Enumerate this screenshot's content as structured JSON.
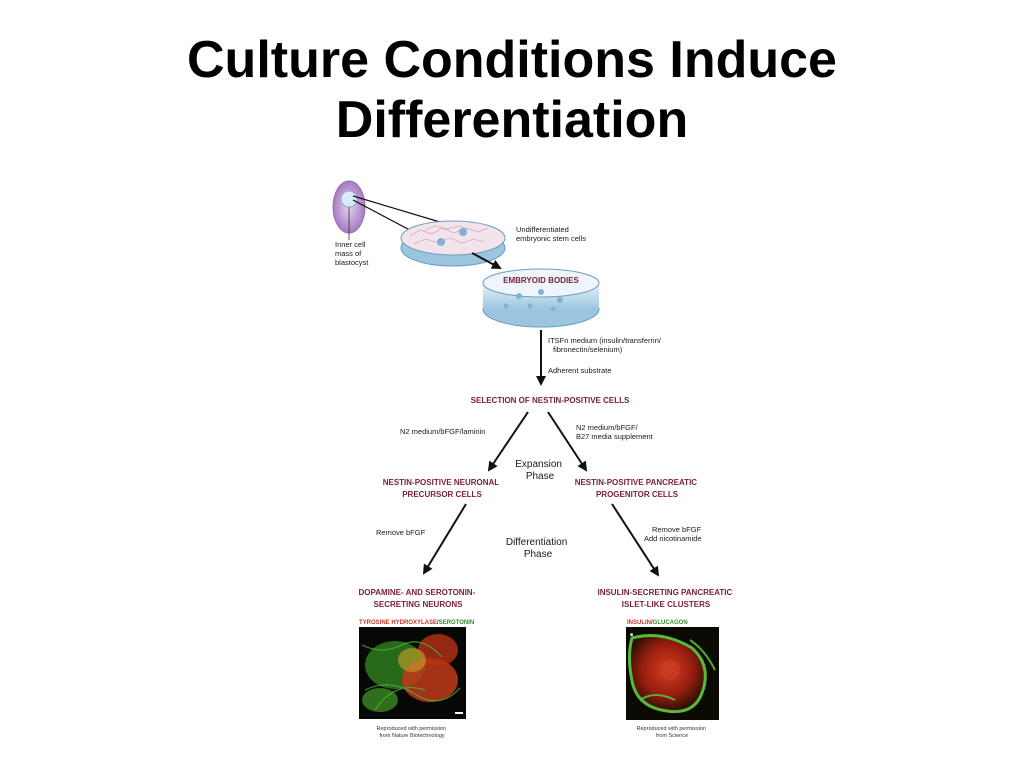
{
  "slide": {
    "title_line1": "Culture Conditions Induce",
    "title_line2": "Differentiation"
  },
  "diagram": {
    "blastocyst_label": [
      "Inner cell",
      "mass of",
      "blastocyst"
    ],
    "undiff_label": [
      "Undifferentiated",
      "embryonic stem cells"
    ],
    "embryoid": "EMBRYOID BODIES",
    "itsfn_label": [
      "ITSFn medium (insulin/transferrin/",
      "fibronectin/selenium)"
    ],
    "adherent": "Adherent substrate",
    "selection": "SELECTION OF NESTIN-POSITIVE CELLS",
    "n2_left": "N2 medium/bFGF/laminin",
    "n2_right": [
      "N2 medium/bFGF/",
      "B27 media supplement"
    ],
    "expansion_phase": [
      "Expansion",
      "Phase"
    ],
    "neuronal_precursor": [
      "NESTIN-POSITIVE NEURONAL",
      "PRECURSOR CELLS"
    ],
    "pancreatic_progenitor": [
      "NESTIN-POSITIVE PANCREATIC",
      "PROGENITOR CELLS"
    ],
    "remove_left": "Remove bFGF",
    "remove_right": [
      "Remove bFGF",
      "Add nicotinamide"
    ],
    "differentiation_phase": [
      "Differentiation",
      "Phase"
    ],
    "neurons": [
      "DOPAMINE- AND SEROTONIN-",
      "SECRETING NEURONS"
    ],
    "islets": [
      "INSULIN-SECRETING PANCREATIC",
      "ISLET-LIKE CLUSTERS"
    ],
    "stain_left_a": "TYROSINE HYDROXYLASE",
    "stain_left_sep": "/",
    "stain_left_b": "SEROTONIN",
    "stain_right_a": "INSULIN",
    "stain_right_sep": "/",
    "stain_right_b": "GLUCAGON",
    "credit_left": [
      "Reproduced with permission",
      "from Nature Biotechnology"
    ],
    "credit_right": [
      "Reproduced with permission",
      "from Science"
    ],
    "colors": {
      "stage": "#7a1f35",
      "arrow": "#111111",
      "dish": "#bcd8ea",
      "blastocyst": "#c39bd3",
      "stain_red": "#c0392b",
      "stain_green": "#2e8b2e"
    }
  }
}
